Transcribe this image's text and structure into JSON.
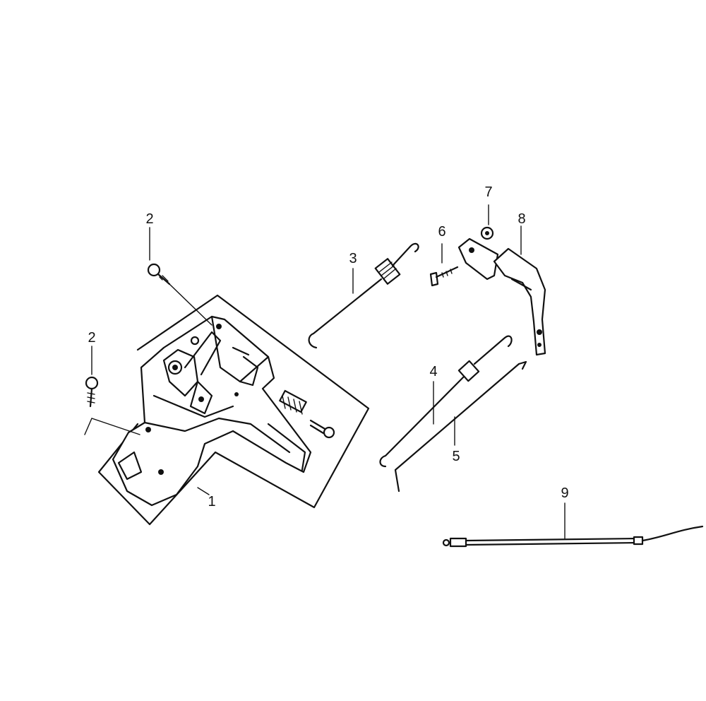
{
  "parts": [
    {
      "id": "part-1",
      "label": "1"
    },
    {
      "id": "part-2-upper",
      "label": "2"
    },
    {
      "id": "part-2-lower",
      "label": "2"
    },
    {
      "id": "part-3",
      "label": "3"
    },
    {
      "id": "part-4",
      "label": "4"
    },
    {
      "id": "part-5",
      "label": "5"
    },
    {
      "id": "part-6",
      "label": "6"
    },
    {
      "id": "part-7",
      "label": "7"
    },
    {
      "id": "part-8",
      "label": "8"
    },
    {
      "id": "part-9",
      "label": "9"
    }
  ],
  "colors": {
    "ink": "#111111",
    "paper": "#ffffff"
  }
}
